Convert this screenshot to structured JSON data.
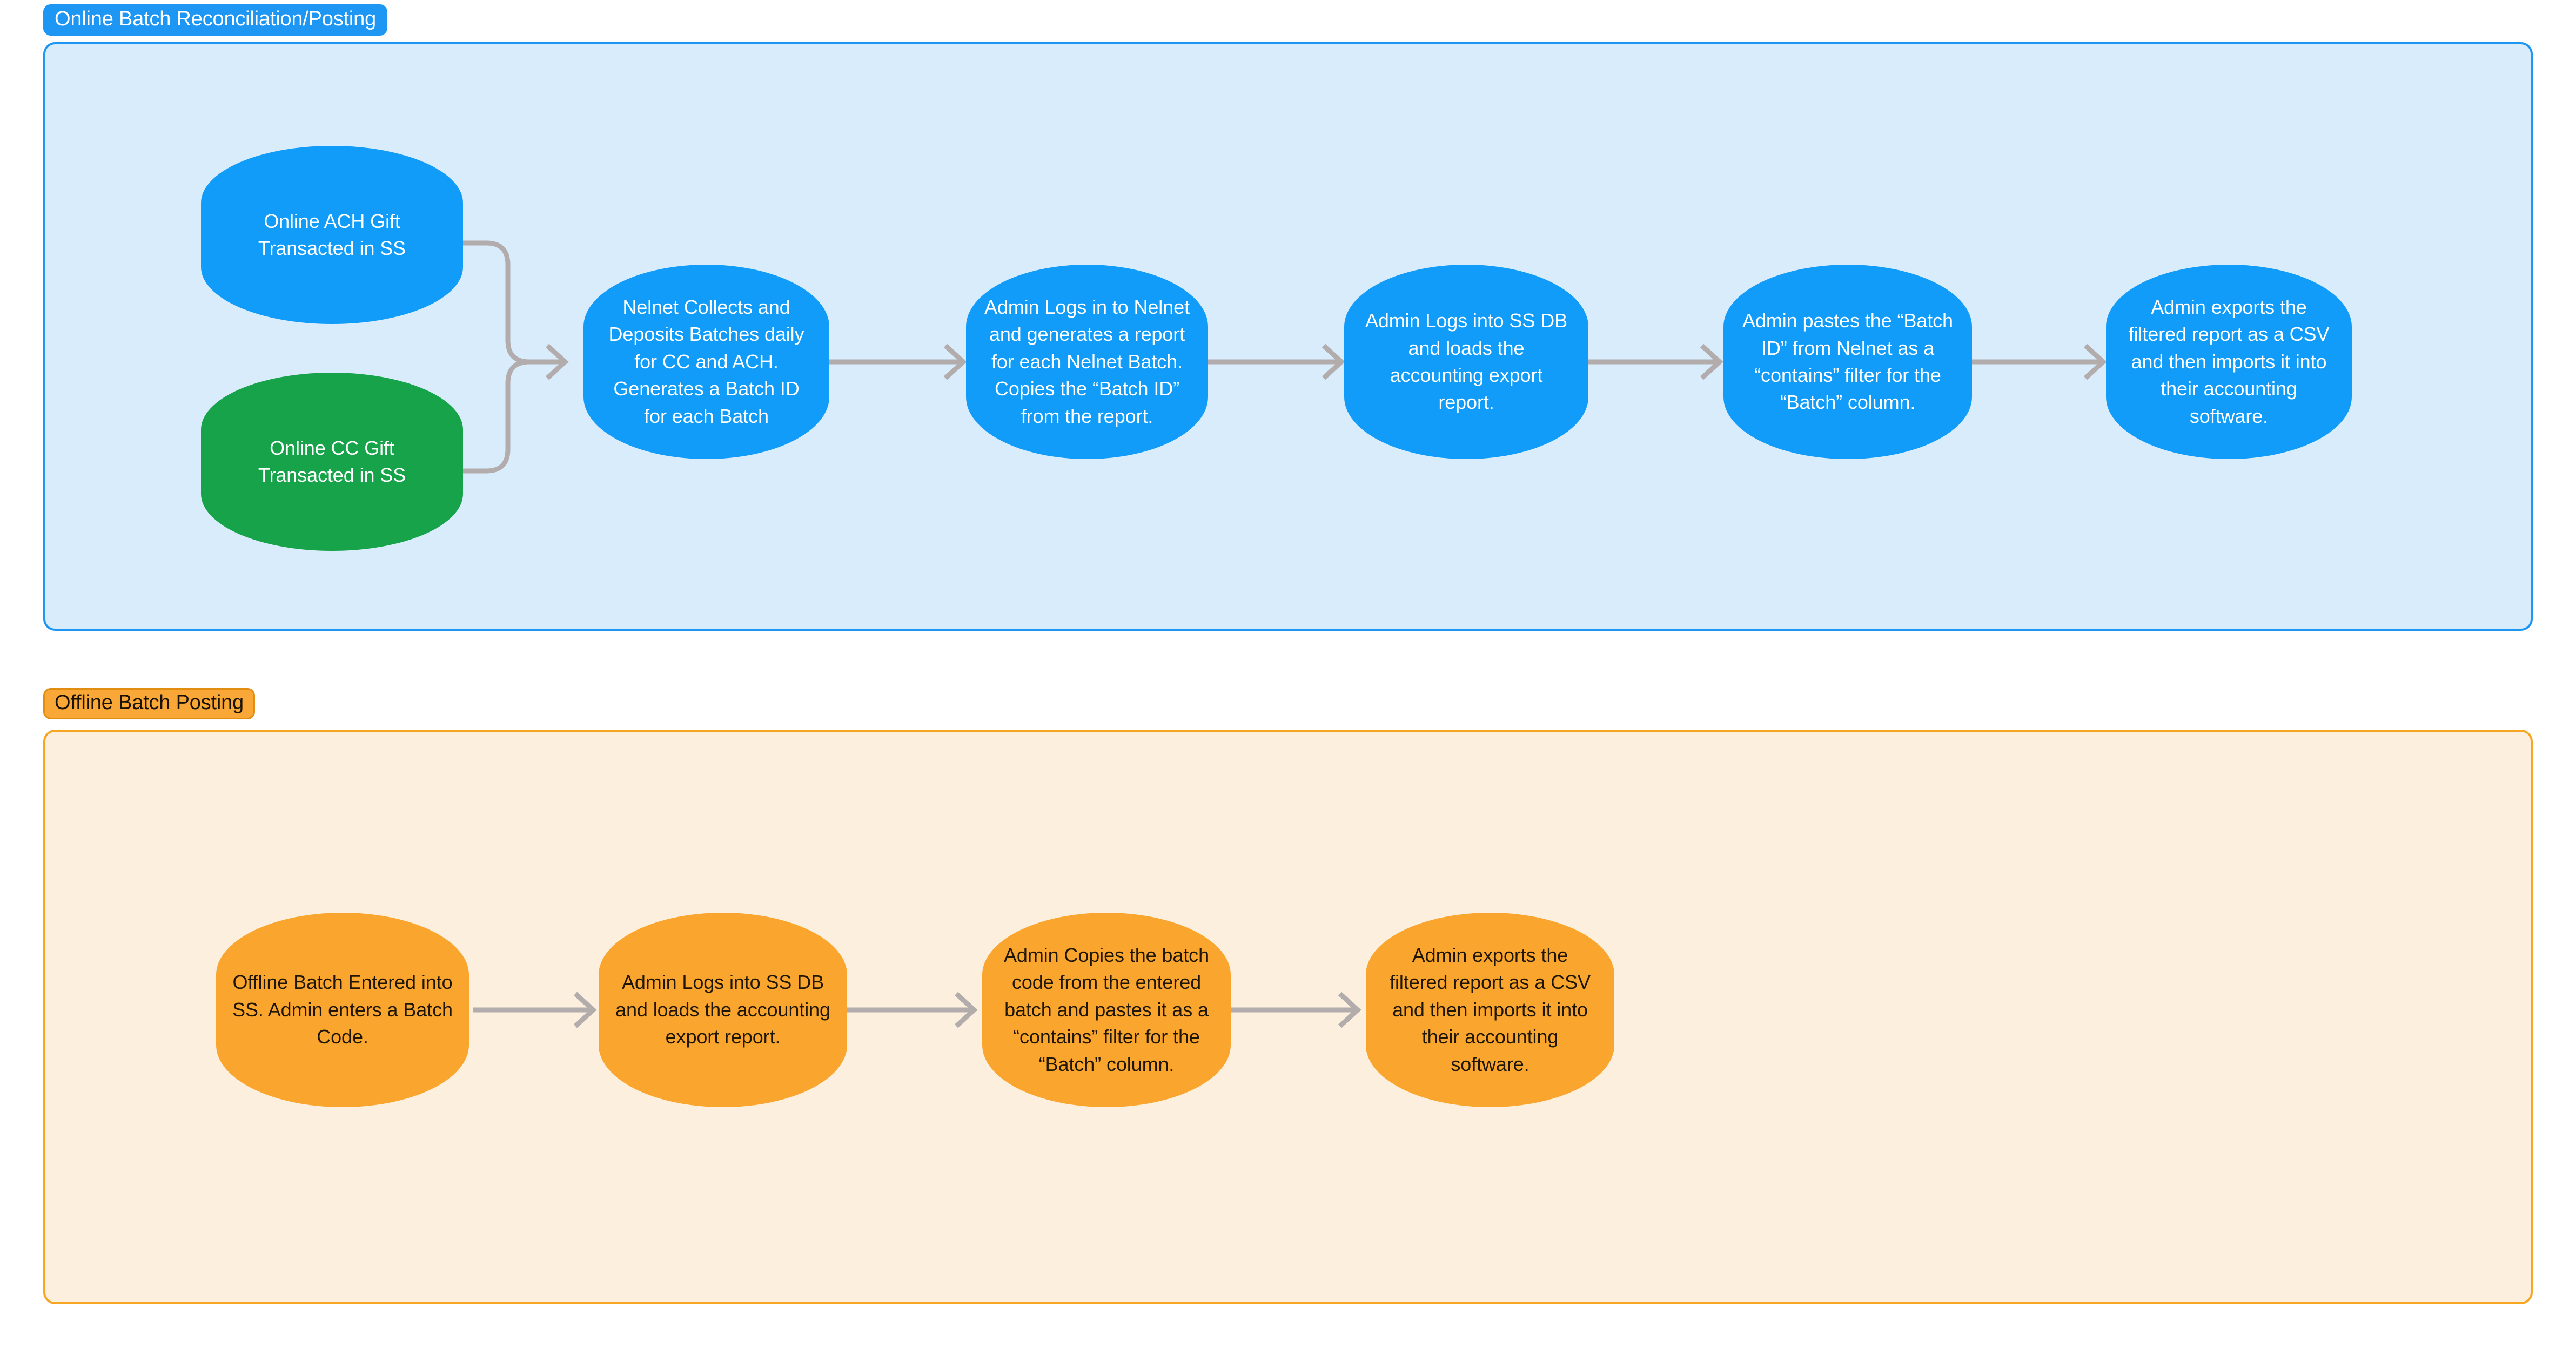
{
  "lanes": [
    {
      "id": "online",
      "title": "Online Batch Reconciliation/Posting",
      "fill": "#d8ecfb",
      "border": "#1e96f4",
      "title_fill": "#1e96f4",
      "title_color": "#ffffff",
      "nodes": [
        {
          "id": "online-ach-gift",
          "label": "Online ACH Gift\nTransacted in SS",
          "color": "#109cf8",
          "text_color": "#ffffff"
        },
        {
          "id": "online-cc-gift",
          "label": "Online CC Gift\nTransacted in SS",
          "color": "#17a34a",
          "text_color": "#ffffff"
        },
        {
          "id": "nelnet-collects",
          "label": "Nelnet Collects and Deposits Batches daily for CC and ACH. Generates a Batch ID for each Batch",
          "color": "#109cf8",
          "text_color": "#ffffff"
        },
        {
          "id": "admin-logs-nelnet",
          "label": "Admin Logs in to Nelnet and generates a report for each Nelnet Batch. Copies the “Batch ID” from the report.",
          "color": "#109cf8",
          "text_color": "#ffffff"
        },
        {
          "id": "admin-logs-ssdb",
          "label": "Admin Logs into SS DB and loads the accounting export report.",
          "color": "#109cf8",
          "text_color": "#ffffff"
        },
        {
          "id": "admin-pastes-batch-id",
          "label": "Admin pastes the “Batch ID” from Nelnet as a “contains” filter for the “Batch” column.",
          "color": "#109cf8",
          "text_color": "#ffffff"
        },
        {
          "id": "admin-exports-csv",
          "label": "Admin exports the filtered report as a CSV and then imports it into their accounting software.",
          "color": "#109cf8",
          "text_color": "#ffffff"
        }
      ]
    },
    {
      "id": "offline",
      "title": "Offline Batch Posting",
      "fill": "#fcefdd",
      "border": "#f5a623",
      "title_fill": "#f9a838",
      "title_color": "#1a1205",
      "nodes": [
        {
          "id": "offline-batch-entered",
          "label": "Offline Batch Entered into SS. Admin enters a Batch Code.",
          "color": "#f9a52e",
          "text_color": "#201606"
        },
        {
          "id": "offline-admin-logs-ssdb",
          "label": "Admin Logs into SS DB and loads the accounting export report.",
          "color": "#f9a52e",
          "text_color": "#201606"
        },
        {
          "id": "offline-admin-copies",
          "label": "Admin Copies the batch code from the entered batch and pastes it as a “contains” filter for the “Batch” column.",
          "color": "#f9a52e",
          "text_color": "#201606"
        },
        {
          "id": "offline-admin-exports",
          "label": "Admin exports the filtered report as a CSV and then imports it into their accounting software.",
          "color": "#f9a52e",
          "text_color": "#201606"
        }
      ]
    }
  ],
  "connector_color": "#b2acac",
  "background": "#ffffff"
}
